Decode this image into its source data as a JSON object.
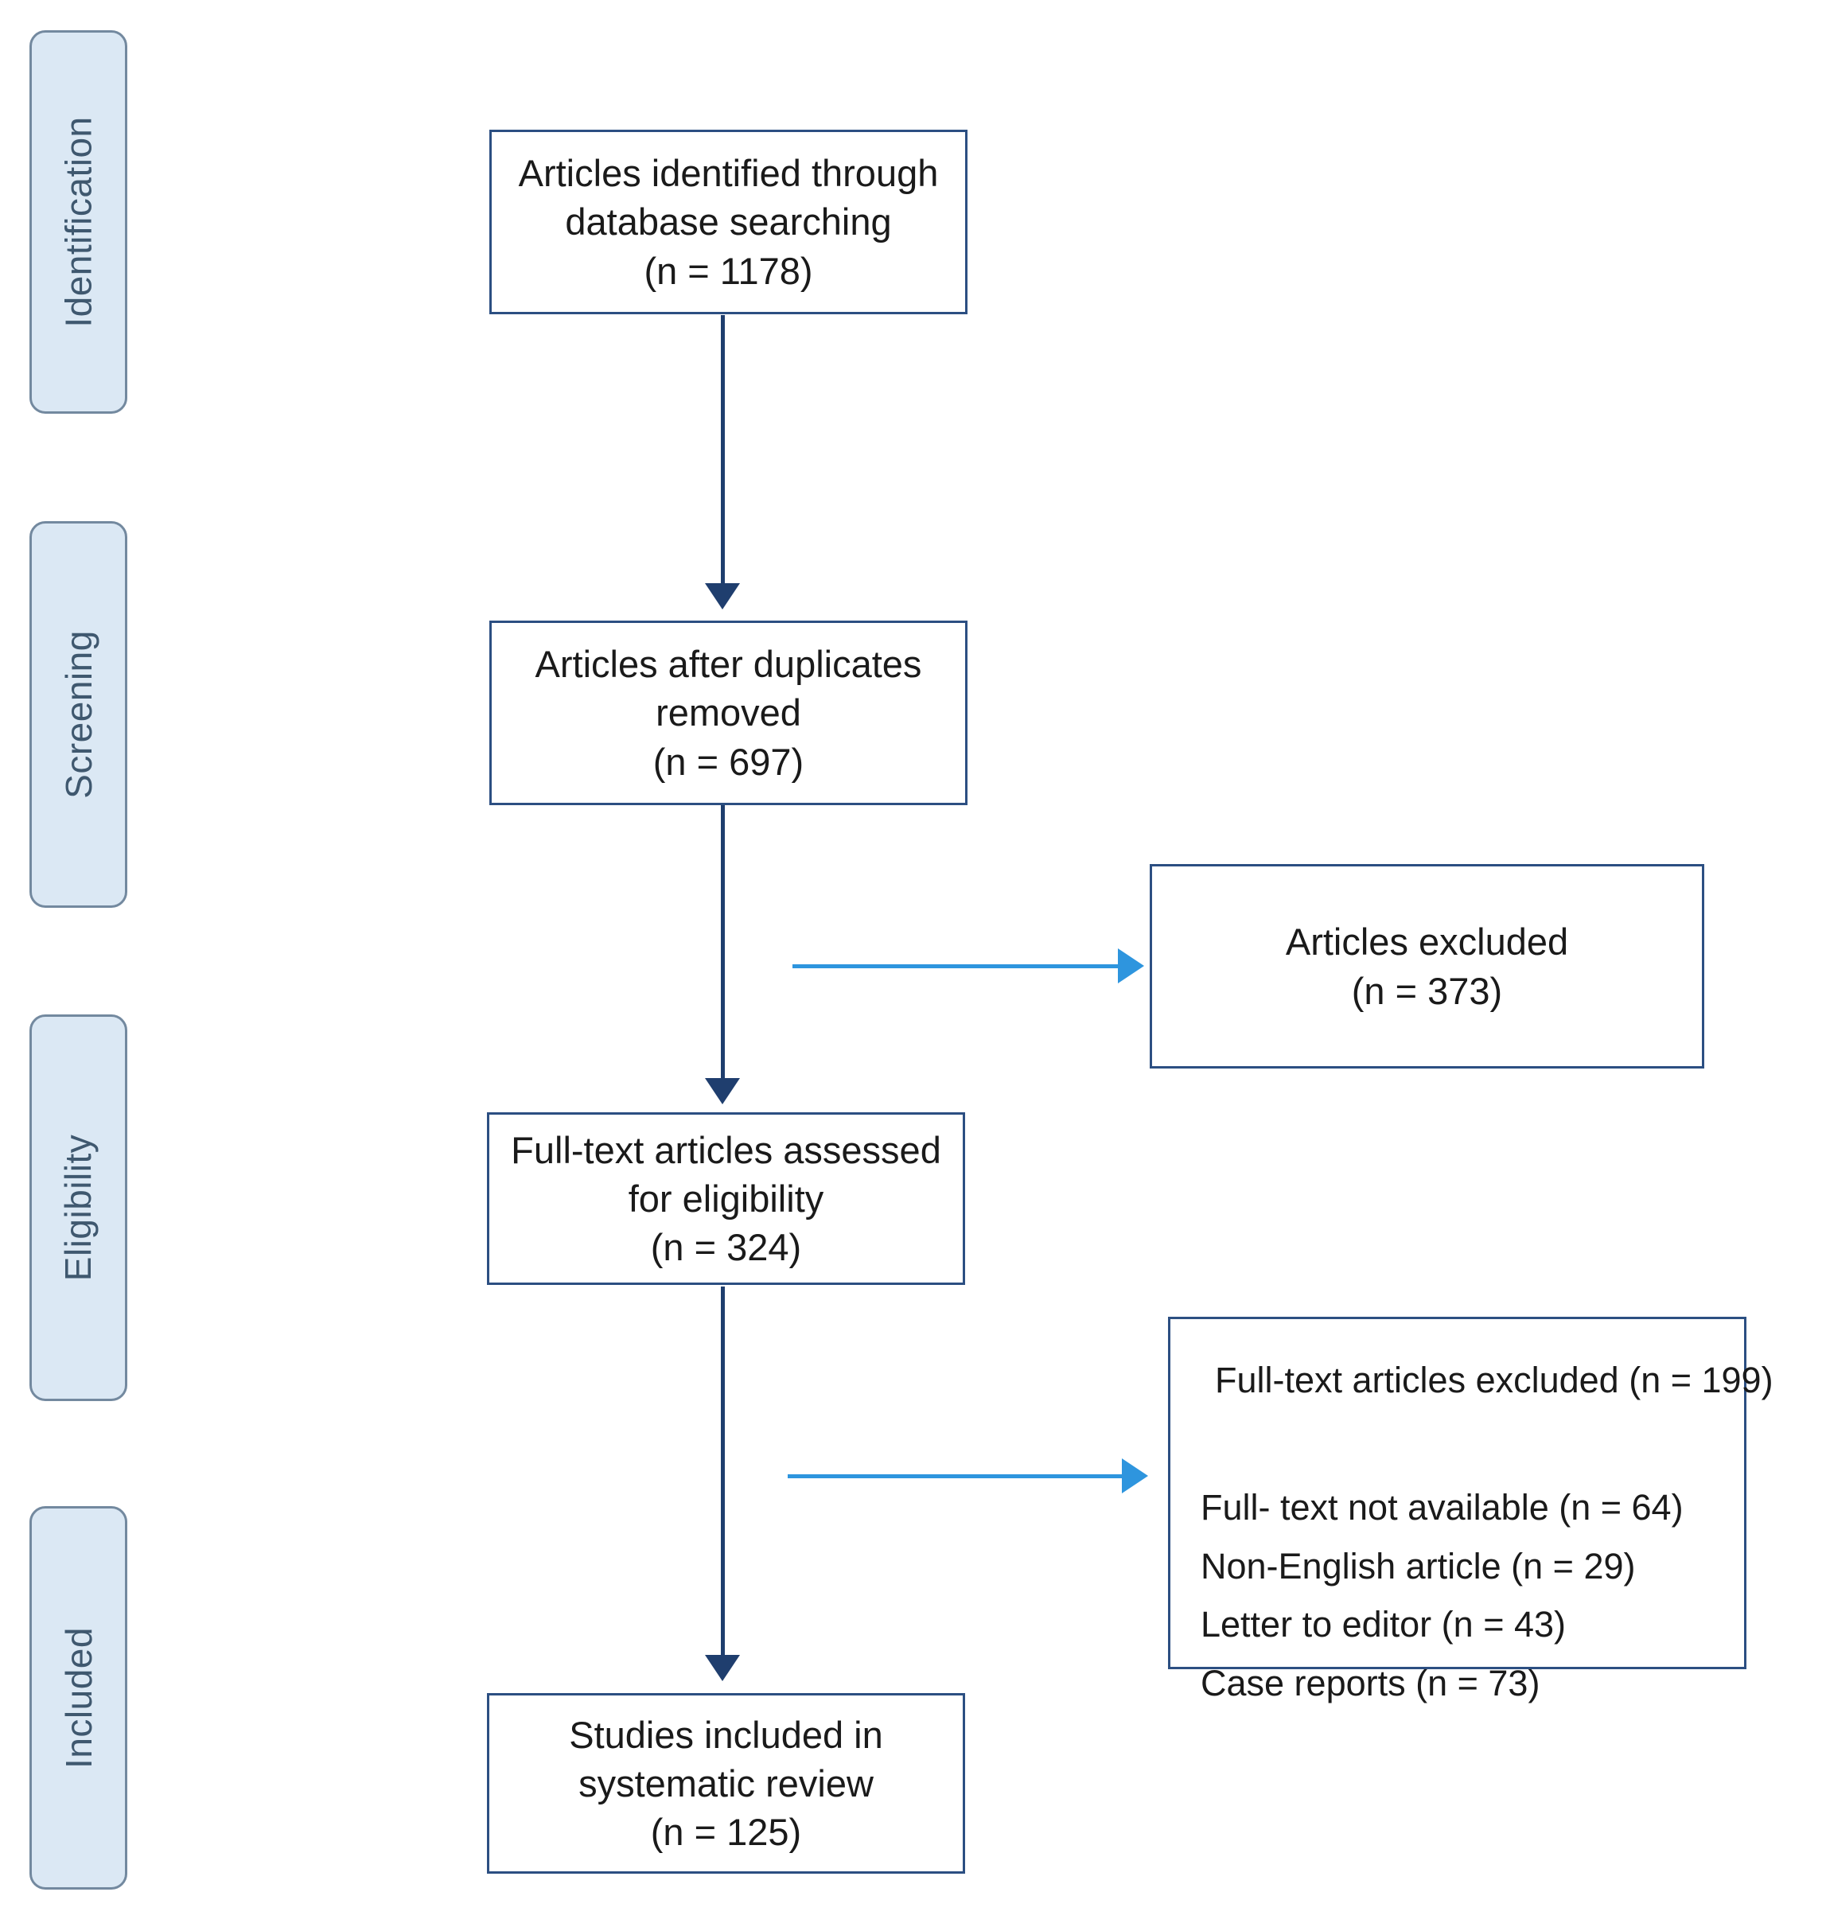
{
  "diagram": {
    "title": "PRISMA flow diagram",
    "colors": {
      "box_border": "#2c4f82",
      "box_fill": "#ffffff",
      "pill_fill": "#dbe8f4",
      "pill_border": "#73899f",
      "pill_text": "#3f586f",
      "vertical_arrow": "#1f3e6e",
      "horizontal_arrow": "#2e95de",
      "body_text": "#1a1a1a"
    }
  },
  "stages": [
    {
      "id": "identification",
      "label": "Identification"
    },
    {
      "id": "screening",
      "label": "Screening"
    },
    {
      "id": "eligibility",
      "label": "Eligibility"
    },
    {
      "id": "included",
      "label": "Included"
    }
  ],
  "boxes": {
    "identified": {
      "line1": "Articles identified through",
      "line2": "database searching",
      "line3": "(n = 1178)",
      "n": 1178
    },
    "after_duplicates": {
      "line1": "Articles after duplicates",
      "line2": "removed",
      "line3": "(n = 697)",
      "n": 697
    },
    "articles_excluded": {
      "line1": "Articles excluded",
      "line2": "(n = 373)",
      "n": 373
    },
    "fulltext_assessed": {
      "line1": "Full-text articles assessed",
      "line2": "for eligibility",
      "line3": "(n = 324)",
      "n": 324
    },
    "fulltext_excluded": {
      "heading": "Full-text articles excluded (n = 199)",
      "n": 199,
      "reasons": [
        {
          "label": "Full- text not available (n = 64)",
          "n": 64
        },
        {
          "label": "Non-English article (n = 29)",
          "n": 29
        },
        {
          "label": "Letter to editor (n = 43)",
          "n": 43
        },
        {
          "label": "Case reports (n = 73)",
          "n": 73
        }
      ]
    },
    "included_studies": {
      "line1": "Studies included in",
      "line2": "systematic review",
      "line3": "(n = 125)",
      "n": 125
    }
  }
}
